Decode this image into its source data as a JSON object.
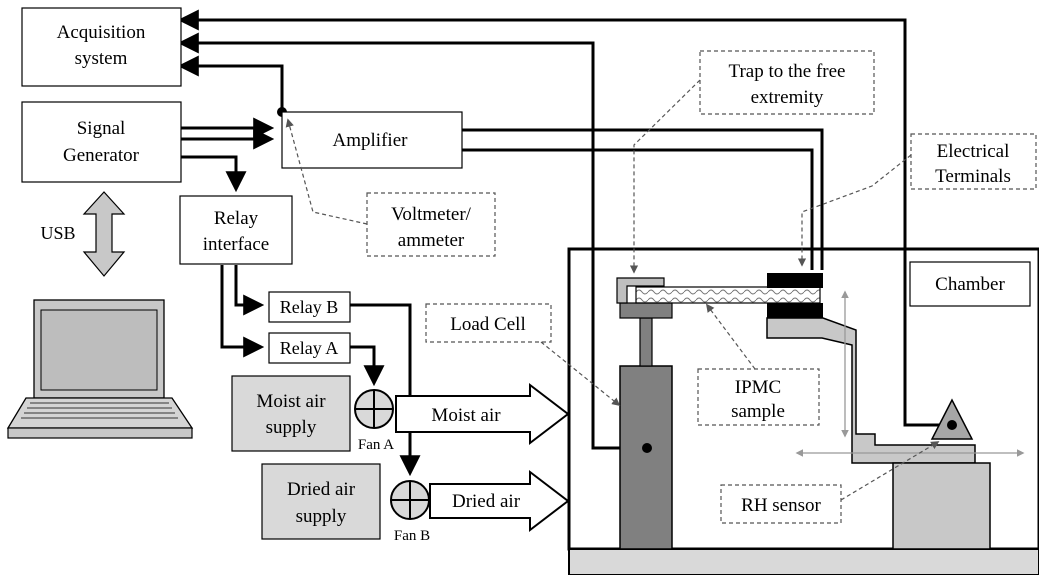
{
  "labels": {
    "acquisition_line1": "Acquisition",
    "acquisition_line2": "system",
    "signal_line1": "Signal",
    "signal_line2": "Generator",
    "amplifier": "Amplifier",
    "relay_interface_line1": "Relay",
    "relay_interface_line2": "interface",
    "relay_b": "Relay B",
    "relay_a": "Relay A",
    "usb": "USB",
    "voltmeter_line1": "Voltmeter/",
    "voltmeter_line2": "ammeter",
    "moist_supply_line1": "Moist air",
    "moist_supply_line2": "supply",
    "dried_supply_line1": "Dried air",
    "dried_supply_line2": "supply",
    "fan_a": "Fan A",
    "fan_b": "Fan B",
    "moist_air": "Moist air",
    "dried_air": "Dried air",
    "load_cell": "Load Cell",
    "trap_line1": "Trap to the free",
    "trap_line2": "extremity",
    "electrical_line1": "Electrical",
    "electrical_line2": "Terminals",
    "chamber": "Chamber",
    "ipmc_line1": "IPMC",
    "ipmc_line2": "sample",
    "rh_sensor": "RH sensor"
  },
  "colors": {
    "stroke": "#000000",
    "box_fill": "#ffffff",
    "supply_fill": "#d9d9d9",
    "load_cell_fill": "#808080",
    "stage_fill": "#c8c8c8",
    "sensor_fill": "#a6a6a6",
    "callout_stroke": "#666666"
  },
  "icons": [
    "laptop-icon",
    "usb-double-arrow-icon",
    "fan-a-icon",
    "fan-b-icon",
    "ipmc-sample-icon",
    "rh-sensor-icon"
  ]
}
